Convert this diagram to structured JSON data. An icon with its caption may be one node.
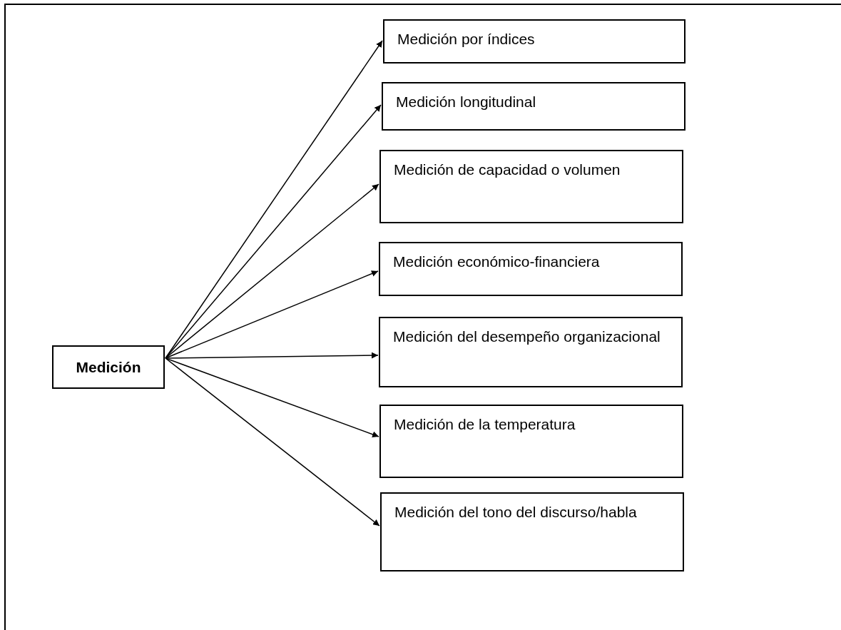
{
  "diagram": {
    "nodes": [
      {
        "text": [
          "Medición"
        ]
      },
      {
        "text": [
          "Medición por índices"
        ]
      },
      {
        "text": [
          "Medición longitudinal"
        ]
      },
      {
        "text": [
          "Medición de capacidad o volumen"
        ]
      },
      {
        "text": [
          "Medición económico-financiera"
        ]
      },
      {
        "text": [
          "Medición del desempeño organizacional"
        ]
      },
      {
        "text": [
          "Medición de la temperatura"
        ]
      },
      {
        "text": [
          "Medición del tono del discurso/habla"
        ]
      }
    ],
    "edges": [
      {
        "from": 0,
        "to": 1,
        "arrow": "to"
      },
      {
        "from": 0,
        "to": 2,
        "arrow": "to"
      },
      {
        "from": 0,
        "to": 3,
        "arrow": "to"
      },
      {
        "from": 0,
        "to": 4,
        "arrow": "to"
      },
      {
        "from": 0,
        "to": 5,
        "arrow": "to"
      },
      {
        "from": 0,
        "to": 6,
        "arrow": "to"
      },
      {
        "from": 0,
        "to": 7,
        "arrow": "to"
      }
    ]
  }
}
